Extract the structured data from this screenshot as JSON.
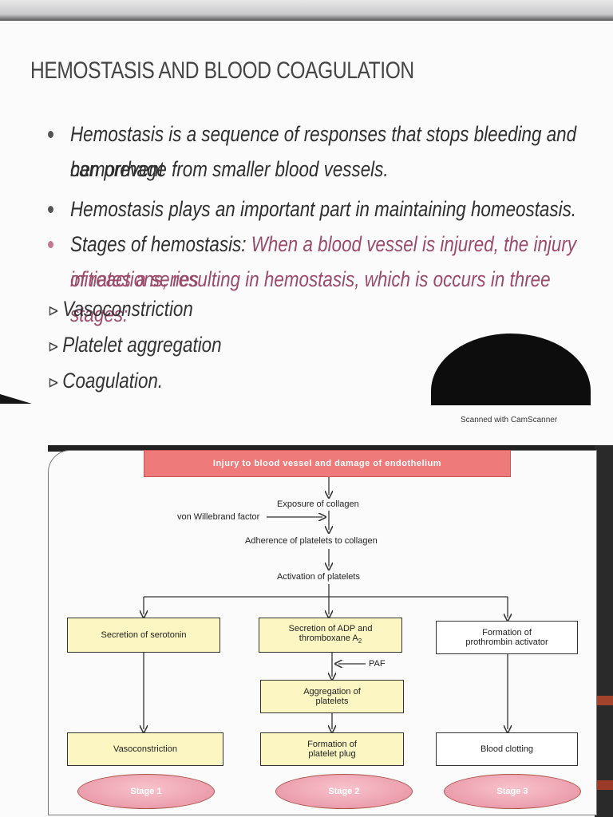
{
  "slide": {
    "title": "HEMOSTASIS AND BLOOD COAGULATION",
    "bullets": [
      {
        "line1": "Hemostasis is a sequence of responses that stops bleeding and can prevent",
        "line2": "hemorrhage from smaller blood vessels."
      },
      {
        "line1": "Hemostasis plays an important part in maintaining homeostasis."
      },
      {
        "lead": "Stages of hemostasis:",
        "rest": " When a blood vessel is injured, the injury initiates a series",
        "line2": "of reactions, resulting in hemostasis, which is occurs in three stages:"
      }
    ],
    "stages": [
      "Vasoconstriction",
      "Platelet aggregation",
      "Coagulation."
    ],
    "scanner_note": "Scanned with CamScanner"
  },
  "diagram": {
    "injury": "Injury to blood vessel and damage of endothelium",
    "exposure": "Exposure of collagen",
    "vwf": "von Willebrand factor",
    "adherence": "Adherence of platelets to collagen",
    "activation": "Activation of platelets",
    "serotonin": "Secretion of serotonin",
    "adp_line1": "Secretion of ADP and",
    "adp_line2": "thromboxane A",
    "adp_sub": "2",
    "prothrombin_line1": "Formation of",
    "prothrombin_line2": "prothrombin activator",
    "paf": "PAF",
    "aggregation_line1": "Aggregation of",
    "aggregation_line2": "platelets",
    "vasoconstriction": "Vasoconstriction",
    "plug_line1": "Formation of",
    "plug_line2": "platelet plug",
    "clotting": "Blood clotting",
    "stages": [
      "Stage 1",
      "Stage 2",
      "Stage 3"
    ]
  }
}
